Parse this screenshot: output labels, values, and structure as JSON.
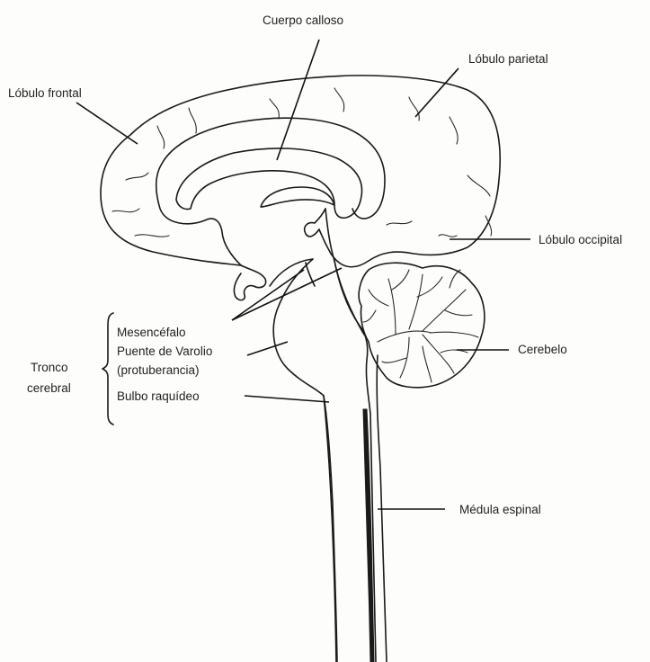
{
  "labels": {
    "cuerpo_calloso": "Cuerpo calloso",
    "lobulo_parietal": "Lóbulo parietal",
    "lobulo_frontal": "Lóbulo frontal",
    "lobulo_occipital": "Lóbulo occipital",
    "mesencefalo": "Mesencéfalo",
    "puente_varolio": "Puente de Varolio",
    "protuberancia": "(protuberancia)",
    "bulbo_raquideo": "Bulbo raquídeo",
    "tronco": "Tronco",
    "cerebral": "cerebral",
    "cerebelo": "Cerebelo",
    "medula_espinal": "Médula espinal"
  }
}
